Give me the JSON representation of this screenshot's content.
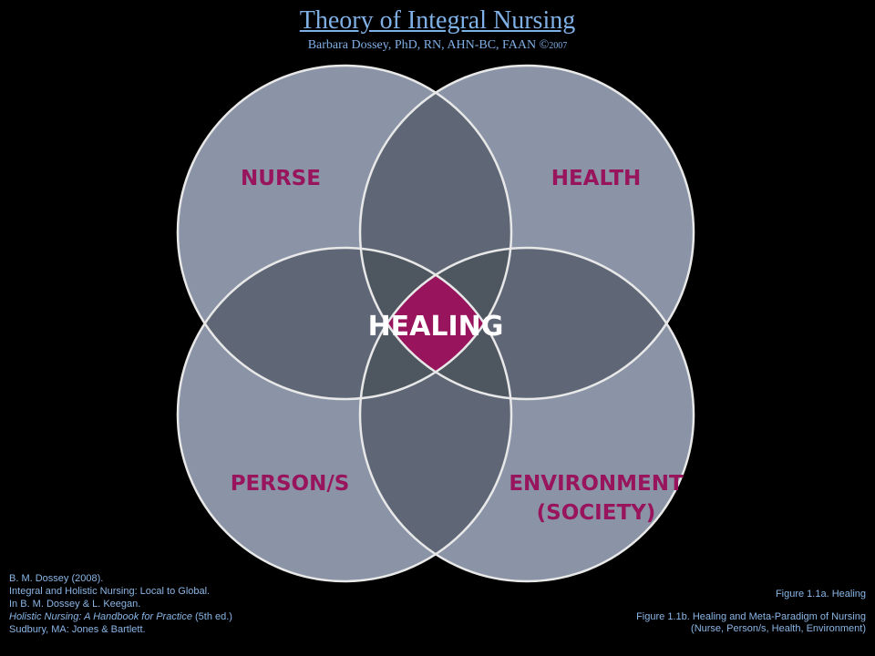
{
  "header": {
    "title": "Theory of Integral Nursing",
    "subtitle_main": "Barbara Dossey, PhD, RN, AHN-BC, FAAN ©",
    "subtitle_year": "2007"
  },
  "diagram": {
    "labels": {
      "nurse": "NURSE",
      "health": "HEALTH",
      "persons": "PERSON/S",
      "environment_line1": "ENVIRONMENT",
      "environment_line2": "(SOCIETY)",
      "center": "HEALING"
    },
    "colors": {
      "circle": "#8a94a6",
      "overlap2": "#5f6777",
      "overlap3": "#4e5760",
      "center": "#98155e",
      "stroke": "#e8e8e8"
    }
  },
  "citation": {
    "line1": "B. M. Dossey (2008).",
    "line2": "Integral and Holistic Nursing: Local to Global.",
    "line3": "In B. M. Dossey & L. Keegan.",
    "line4_italic": "Holistic Nursing: A Handbook for Practice",
    "line4_rest": " (5th ed.)",
    "line5": "Sudbury, MA: Jones & Bartlett."
  },
  "figures": {
    "fig_a": "Figure 1.1a. Healing",
    "fig_b_line1": "Figure 1.1b. Healing and Meta-Paradigm of Nursing",
    "fig_b_line2": "(Nurse, Person/s, Health, Environment)"
  }
}
